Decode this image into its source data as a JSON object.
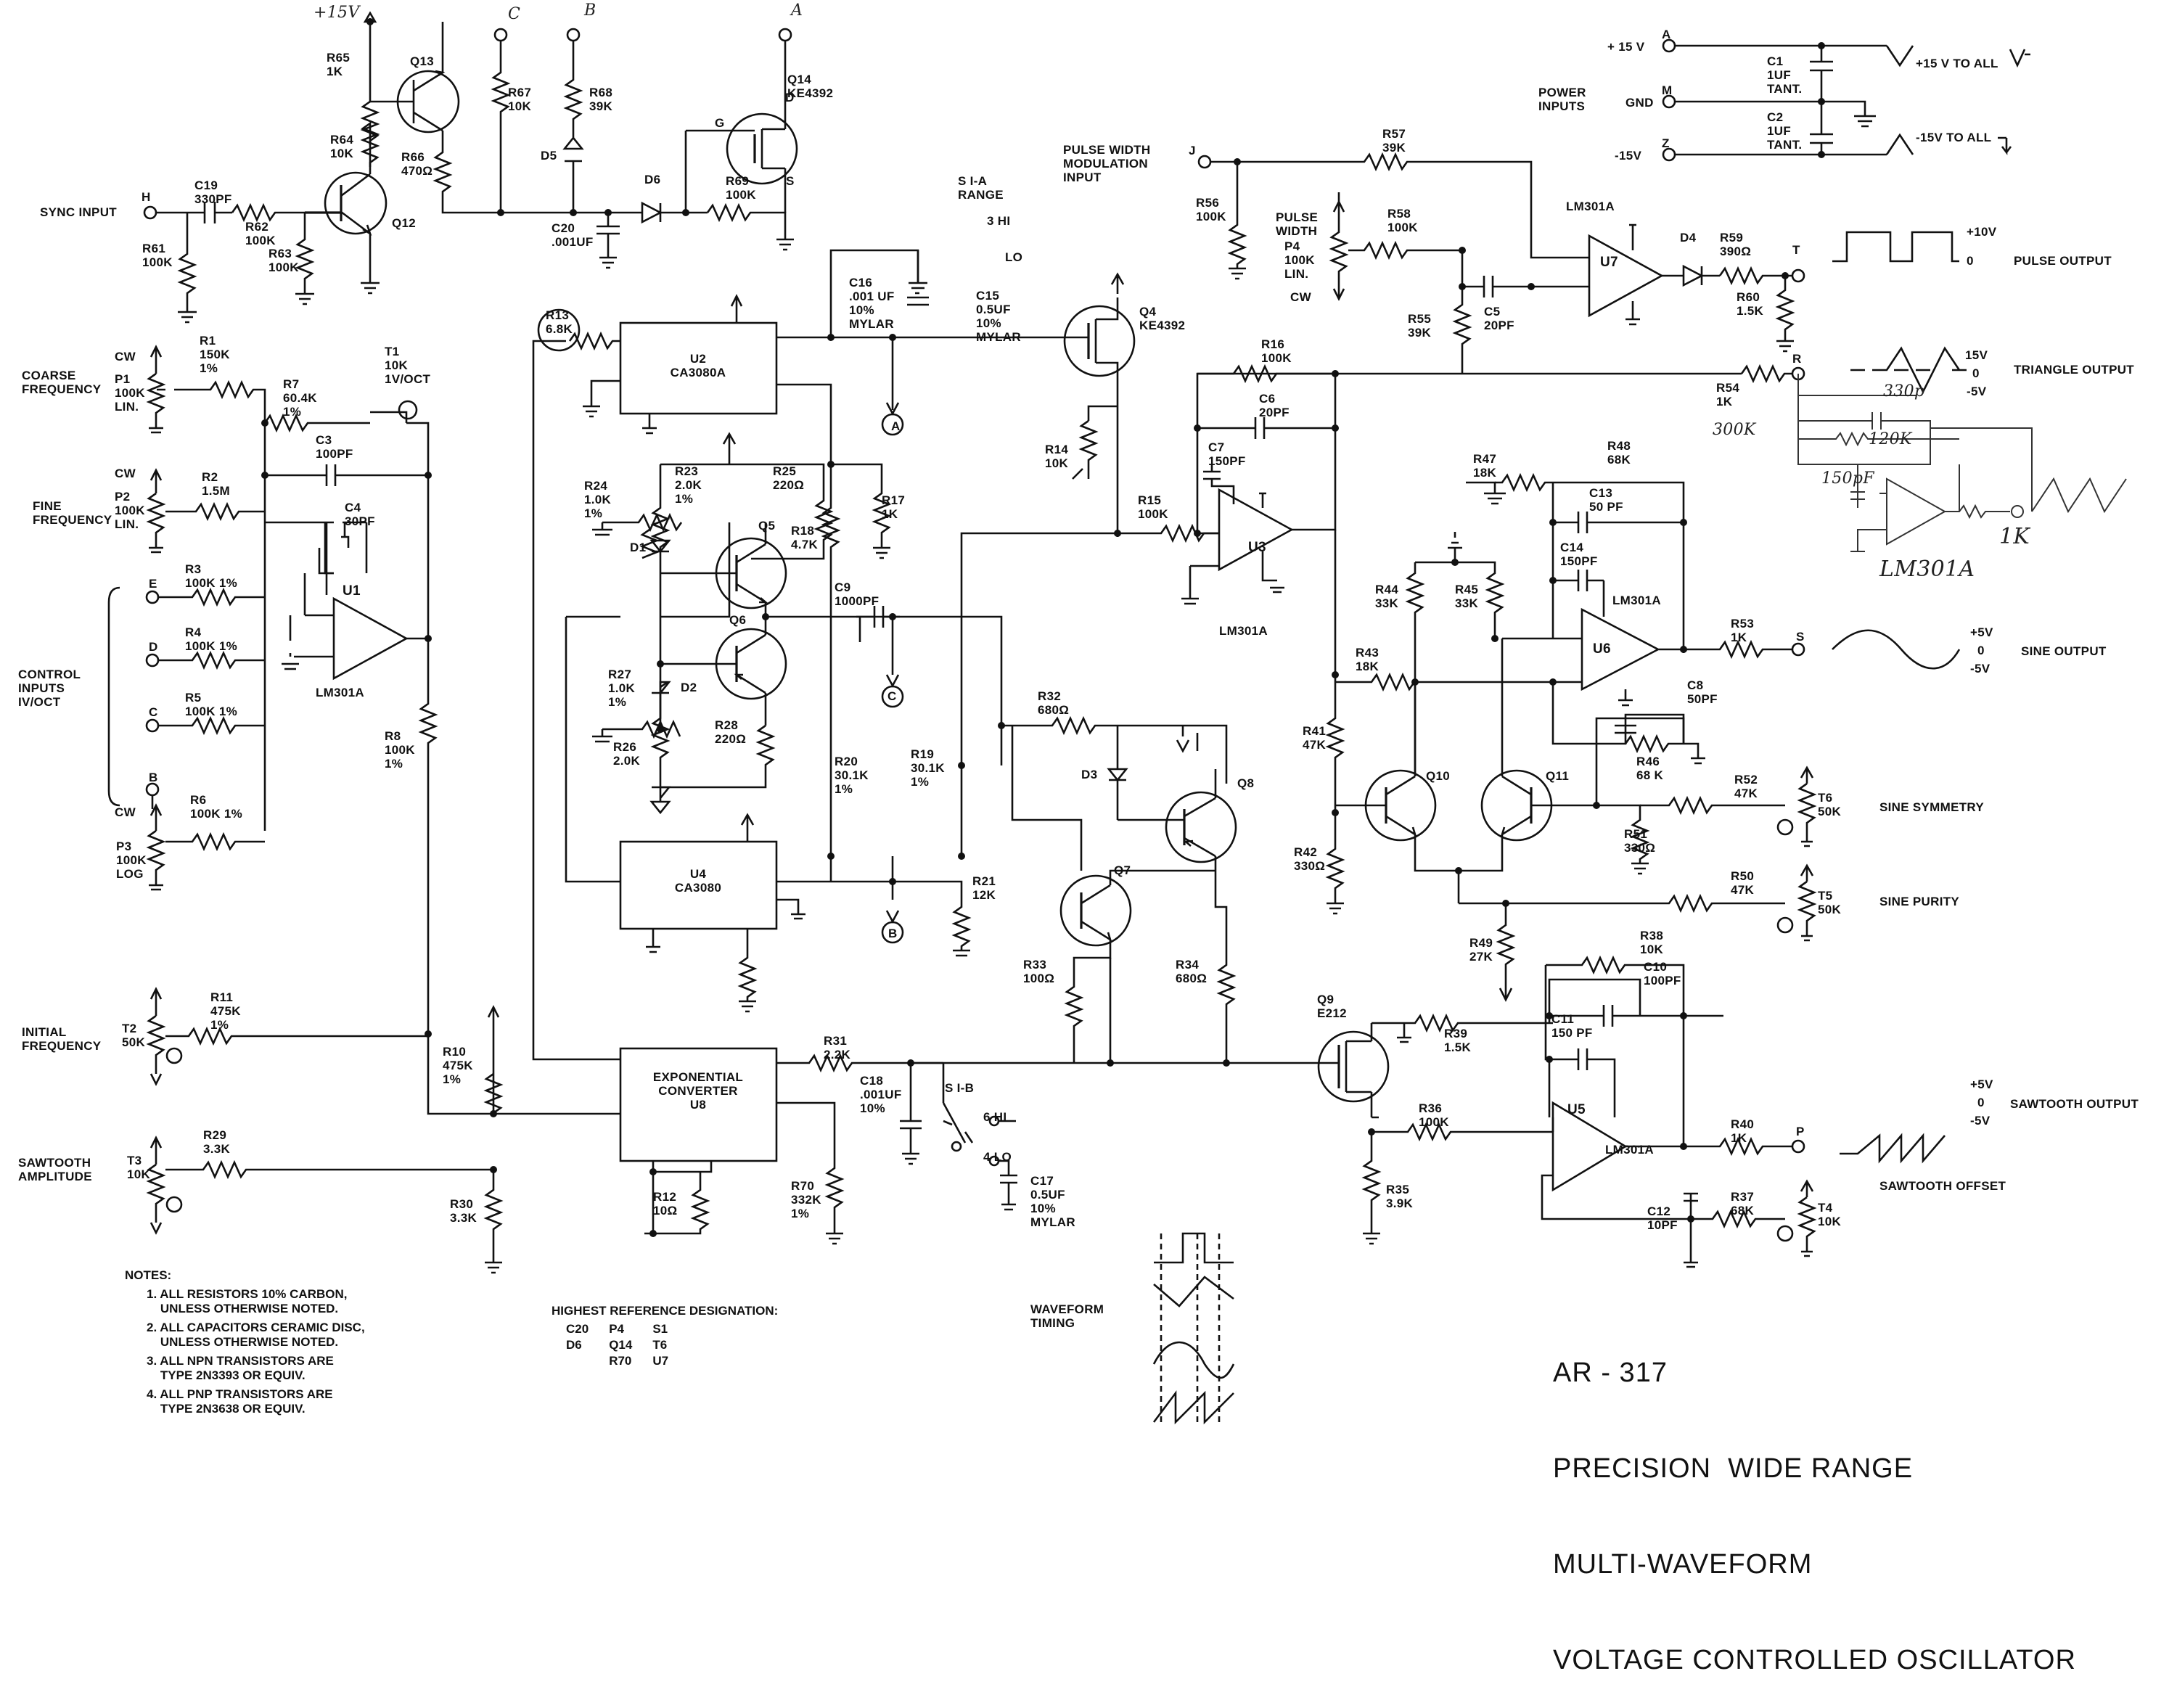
{
  "labels": {
    "sync_input": "SYNC INPUT",
    "coarse_freq": "COARSE\nFREQUENCY",
    "fine_freq": "FINE\nFREQUENCY",
    "control_inputs": "CONTROL\nINPUTS\nIV/OCT",
    "initial_freq": "INITIAL\nFREQUENCY",
    "sawtooth_amp": "SAWTOOTH\nAMPLITUDE",
    "pwm_input": "PULSE WIDTH\nMODULATION\nINPUT",
    "pulse_width": "PULSE\nWIDTH",
    "power_inputs": "POWER\nINPUTS",
    "pulse_output": "PULSE OUTPUT",
    "triangle_output": "TRIANGLE OUTPUT",
    "sine_output": "SINE OUTPUT",
    "sine_symmetry": "SINE SYMMETRY",
    "sine_purity": "SINE PURITY",
    "sawtooth_output": "SAWTOOTH OUTPUT",
    "sawtooth_offset": "SAWTOOTH OFFSET",
    "waveform_timing": "WAVEFORM\nTIMING",
    "range_a": "S I-A\nRANGE",
    "range_b": "S I-B",
    "exp_conv": "EXPONENTIAL\nCONVERTER\nU8"
  },
  "power": {
    "p15": "+ 15 V",
    "gnd": "GND",
    "m15": "-15V",
    "p15_to_all": "+15 V TO ALL",
    "m15_to_all": "-15V TO ALL",
    "c1": "C1\n1UF\nTANT.",
    "c2": "C2\n1UF\nTANT."
  },
  "levels": {
    "p10v": "+10V",
    "zero": "0",
    "p15v_tri": "15V",
    "m5v": "-5V",
    "p5v": "+5V"
  },
  "components": {
    "R65": "R65\n1K",
    "Q13": "Q13",
    "R64": "R64\n10K",
    "R66": "R66\n470Ω",
    "Q12": "Q12",
    "C19": "C19\n330PF",
    "R62": "R62\n100K",
    "R61": "R61\n100K",
    "R63": "R63\n100K",
    "R67": "R67\n10K",
    "R68": "R68\n39K",
    "D5": "D5",
    "D6": "D6",
    "C20": "C20\n.001UF",
    "R69": "R69\n100K",
    "Q14": "Q14\nKE4392",
    "R1": "R1\n150K\n1%",
    "P1": "P1\n100K\nLIN.",
    "R7": "R7\n60.4K\n1%",
    "T1": "T1\n10K\n1V/OCT",
    "C3": "C3\n100PF",
    "R2": "R2\n1.5M",
    "P2": "P2\n100K\nLIN.",
    "C4": "C4\n30PF",
    "R3": "R3\n100K 1%",
    "R4": "R4\n100K 1%",
    "R5": "R5\n100K 1%",
    "R6": "R6\n100K 1%",
    "P3": "P3\n100K\nLOG",
    "U1": "U1",
    "LM301A_U1": "LM301A",
    "R8": "R8\n100K\n1%",
    "R11": "R11\n475K\n1%",
    "T2": "T2\n50K",
    "R10": "R10\n475K\n1%",
    "R29": "R29\n3.3K",
    "T3": "T3\n10K",
    "R30": "R30\n3.3K",
    "R13": "R13\n6.8K",
    "U2": "U2\nCA3080A",
    "R24": "R24\n1.0K\n1%",
    "R23": "R23\n2.0K\n1%",
    "R25": "R25\n220Ω",
    "Q5": "Q5",
    "Q6": "Q6",
    "R18": "R18\n4.7K",
    "D1": "D1",
    "D2": "D2",
    "R27": "R27\n1.0K\n1%",
    "R26": "R26\n2.0K",
    "R28": "R28\n220Ω",
    "R20": "R20\n30.1K\n1%",
    "R19": "R19\n30.1K\n1%",
    "R17": "R17\n1K",
    "C9": "C9\n1000PF",
    "U4": "U4\nCA3080",
    "R21": "R21\n12K",
    "C16": "C16\n.001 UF\n10%\nMYLAR",
    "C15": "C15\n0.5UF\n10%\nMYLAR",
    "Q4": "Q4\nKE4392",
    "R14": "R14\n10K",
    "R31": "R31\n2.2K",
    "R12": "R12\n10Ω",
    "C18": "C18\n.001UF\n10%",
    "R70": "R70\n332K\n1%",
    "C17": "C17\n0.5UF\n10%\nMYLAR",
    "R32": "R32\n680Ω",
    "D3": "D3",
    "Q8": "Q8",
    "Q7": "Q7",
    "R33": "R33\n100Ω",
    "R34": "R34\n680Ω",
    "R16": "R16\n100K",
    "C6": "C6\n20PF",
    "C7": "C7\n150PF",
    "R15": "R15\n100K",
    "U3": "U3",
    "LM301A_U3": "LM301A",
    "R56": "R56\n100K",
    "P4": "P4\n100K\nLIN.",
    "R57": "R57\n39K",
    "R58": "R58\n100K",
    "R55": "R55\n39K",
    "C5": "C5\n20PF",
    "U7": "U7",
    "LM301A_U7": "LM301A",
    "D4": "D4",
    "R59": "R59\n390Ω",
    "R60": "R60\n1.5K",
    "R54": "R54\n1K",
    "R47": "R47\n18K",
    "R48": "R48\n68K",
    "C13": "C13\n50 PF",
    "C14": "C14\n150PF",
    "LM301A_U6": "LM301A",
    "U6": "U6",
    "R44": "R44\n33K",
    "R45": "R45\n33K",
    "R43": "R43\n18K",
    "R53": "R53\n1K",
    "C8": "C8\n50PF",
    "R46": "R46\n68 K",
    "R41": "R41\n47K",
    "Q10": "Q10",
    "Q11": "Q11",
    "R52": "R52\n47K",
    "T6": "T6\n50K",
    "R51": "R51\n330Ω",
    "R42": "R42\n330Ω",
    "R50": "R50\n47K",
    "T5": "T5\n50K",
    "R49": "R49\n27K",
    "R38": "R38\n10K",
    "C10": "C10\n100PF",
    "C11": "C11\n150 PF",
    "Q9": "Q9\nE212",
    "R39": "R39\n1.5K",
    "U5": "U5",
    "LM301A_U5": "LM301A",
    "R40": "R40\n1K",
    "R36": "R36\n100K",
    "R37": "R37\n68K",
    "T4": "T4\n10K",
    "R35": "R35\n3.9K",
    "C12": "C12\n10PF"
  },
  "terminals": {
    "H": "H",
    "E": "E",
    "D": "D",
    "C": "C",
    "B": "B",
    "A": "A",
    "J": "J",
    "M": "M",
    "Z": "Z",
    "T": "T",
    "R": "R",
    "S": "S",
    "P": "P",
    "hand_C": "C",
    "hand_B": "B",
    "hand_A": "A",
    "hand_15v": "+15V"
  },
  "handwritten": {
    "r54_mod": "300K",
    "cap_330": "330p",
    "res_120k": "120K",
    "cap_150": "150pF",
    "lm301a": "LM301A",
    "one_k": "1K"
  },
  "notes": {
    "heading": "NOTES:",
    "items": [
      "1. ALL RESISTORS 10% CARBON,\n    UNLESS OTHERWISE NOTED.",
      "2. ALL CAPACITORS CERAMIC DISC,\n    UNLESS OTHERWISE NOTED.",
      "3. ALL NPN TRANSISTORS ARE\n    TYPE 2N3393 OR EQUIV.",
      "4. ALL PNP TRANSISTORS ARE\n    TYPE 2N3638 OR EQUIV."
    ]
  },
  "highest_ref": {
    "heading": "HIGHEST REFERENCE DESIGNATION:",
    "rows": [
      [
        "C20",
        "P4",
        "S1"
      ],
      [
        "D6",
        "Q14",
        "T6"
      ],
      [
        "",
        "R70",
        "U7"
      ]
    ]
  },
  "title": {
    "model": "AR - 317",
    "lines": [
      "PRECISION  WIDE RANGE",
      "MULTI-WAVEFORM",
      "VOLTAGE CONTROLLED OSCILLATOR"
    ]
  }
}
